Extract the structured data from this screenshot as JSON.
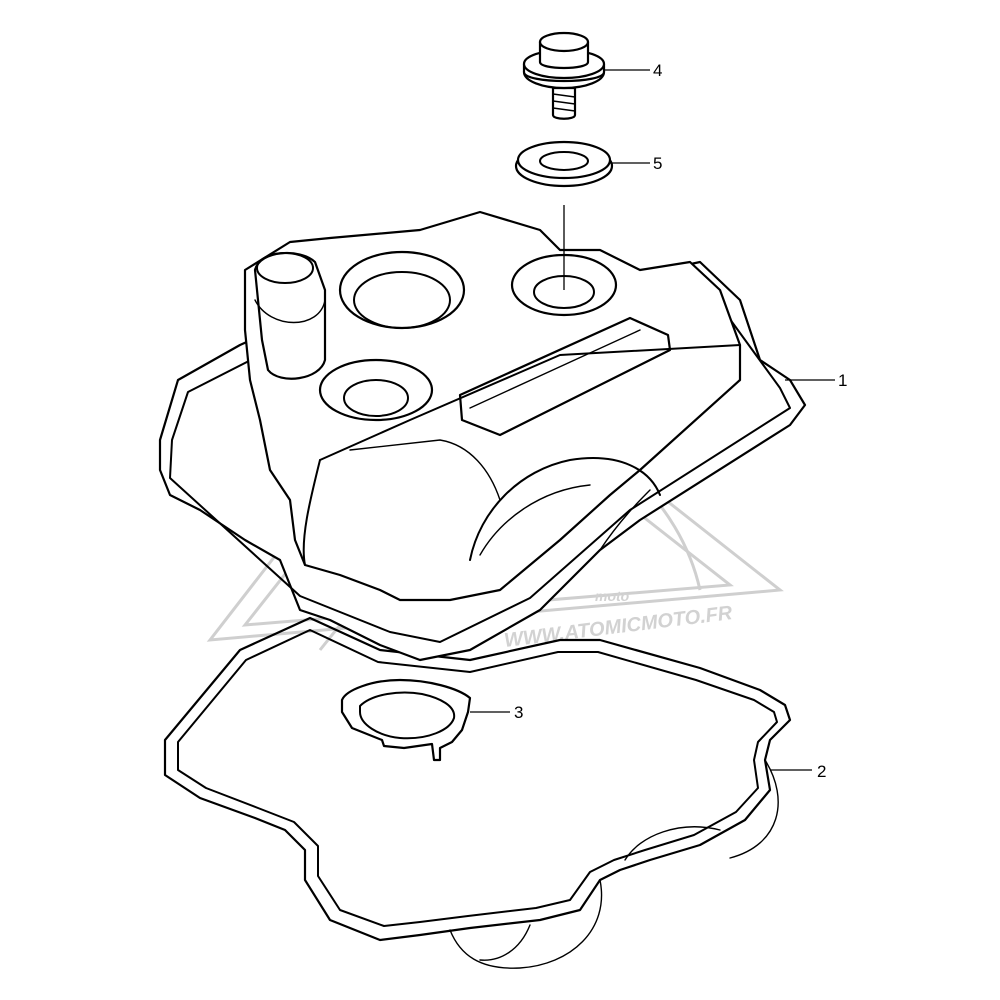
{
  "callouts": [
    {
      "id": "cover",
      "label": "1"
    },
    {
      "id": "gasket",
      "label": "2"
    },
    {
      "id": "plug-gasket",
      "label": "3"
    },
    {
      "id": "bolt",
      "label": "4"
    },
    {
      "id": "washer",
      "label": "5"
    }
  ],
  "watermark": {
    "site": "WWW.ATOMICMOTO.FR",
    "badge": "moto",
    "color": "#d2d2d2"
  }
}
